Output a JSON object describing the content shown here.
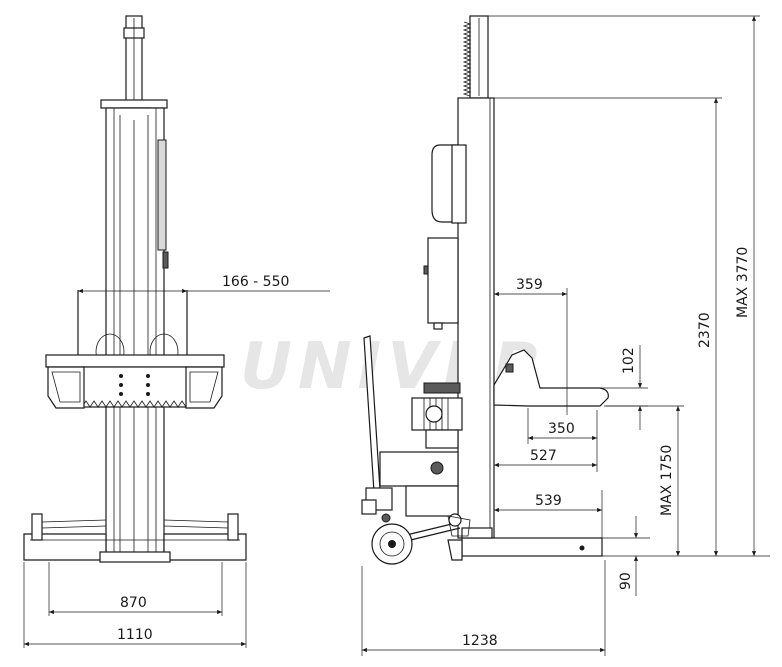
{
  "watermark": {
    "text": "UNIVER"
  },
  "dimensions": {
    "clamp_range": "166 - 550",
    "base_inner": "870",
    "base_outer": "1110",
    "reach_top": "359",
    "arm_depth": "350",
    "arm_reach": "527",
    "base_reach": "539",
    "overall_length": "1238",
    "arm_height": "102",
    "min_ground": "90",
    "lift_max": "MAX 1750",
    "column_height": "2370",
    "overall_max": "MAX 3770"
  },
  "colors": {
    "line": "#1a1a1a",
    "watermark": "#e6e6e6"
  }
}
